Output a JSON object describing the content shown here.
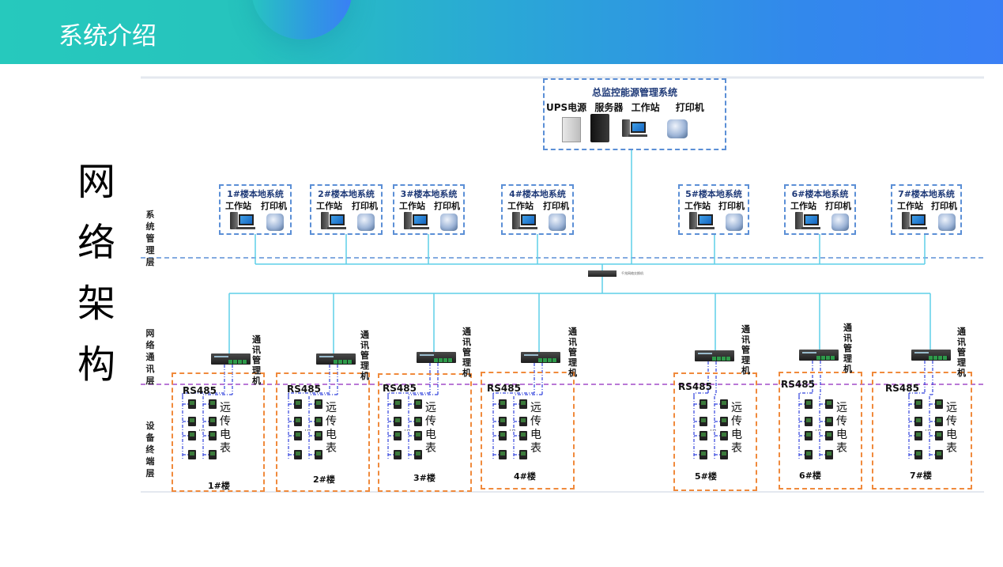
{
  "header": {
    "title": "系统介绍",
    "colors": {
      "start": "#26c9bd",
      "end": "#3a7ff5"
    }
  },
  "side_title": [
    "网",
    "络",
    "架",
    "构"
  ],
  "layers": {
    "system": "系统管理层",
    "network": "网络通讯层",
    "device": "设备终端层"
  },
  "hq": {
    "title": "总监控能源管理系统",
    "devices": [
      "UPS电源",
      "服务器",
      "工作站",
      "打印机"
    ]
  },
  "local_systems": [
    {
      "title": "1#楼本地系统",
      "workstation": "工作站",
      "printer": "打印机"
    },
    {
      "title": "2#楼本地系统",
      "workstation": "工作站",
      "printer": "打印机"
    },
    {
      "title": "3#楼本地系统",
      "workstation": "工作站",
      "printer": "打印机"
    },
    {
      "title": "4#楼本地系统",
      "workstation": "工作站",
      "printer": "打印机"
    },
    {
      "title": "5#楼本地系统",
      "workstation": "工作站",
      "printer": "打印机"
    },
    {
      "title": "6#楼本地系统",
      "workstation": "工作站",
      "printer": "打印机"
    },
    {
      "title": "7#楼本地系统",
      "workstation": "工作站",
      "printer": "打印机"
    }
  ],
  "core_switch": {
    "label": "千兆网络交换机"
  },
  "buildings": [
    {
      "name": "1#楼",
      "gateway": "通讯管理机",
      "bus": "RS485",
      "meters": "远传电表"
    },
    {
      "name": "2#楼",
      "gateway": "通讯管理机",
      "bus": "RS485",
      "meters": "远传电表"
    },
    {
      "name": "3#楼",
      "gateway": "通讯管理机",
      "bus": "RS485",
      "meters": "远传电表"
    },
    {
      "name": "4#楼",
      "gateway": "通讯管理机",
      "bus": "RS485",
      "meters": "远传电表"
    },
    {
      "name": "5#楼",
      "gateway": "通讯管理机",
      "bus": "RS485",
      "meters": "远传电表"
    },
    {
      "name": "6#楼",
      "gateway": "通讯管理机",
      "bus": "RS485",
      "meters": "远传电表"
    },
    {
      "name": "7#楼",
      "gateway": "通讯管理机",
      "bus": "RS485",
      "meters": "远传电表"
    }
  ],
  "colors": {
    "link_line": "#5ecfe8",
    "system_divider": "#5b8fd6",
    "device_divider": "#a24bc9",
    "rs485_bus": "#3344dd",
    "building_box": "#f08a3c",
    "local_box": "#5b8fd6"
  }
}
